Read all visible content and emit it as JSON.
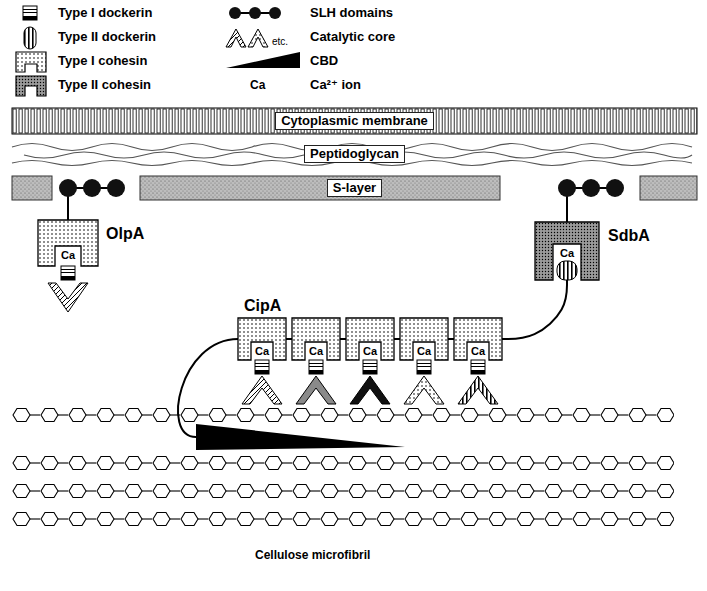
{
  "diagram": {
    "nodes": [
      {
        "text": [
          "Cytoplasmic membrane"
        ]
      },
      {
        "text": [
          "Peptidoglycan"
        ]
      },
      {
        "text": [
          "S-layer"
        ]
      },
      {
        "text": [
          "Ca"
        ]
      },
      {
        "text": [
          "Ca"
        ]
      },
      {
        "text": [
          "Ca"
        ]
      },
      {
        "text": [
          "Ca"
        ]
      },
      {
        "text": [
          "Ca"
        ]
      },
      {
        "text": [
          "Ca"
        ]
      },
      {
        "text": [
          "Ca"
        ]
      }
    ],
    "edges": [
      {
        "from": 2,
        "to": 3,
        "arrow": "none"
      },
      {
        "from": 2,
        "to": 4,
        "arrow": "none"
      },
      {
        "from": 5,
        "to": 6,
        "arrow": "none"
      },
      {
        "from": 6,
        "to": 7,
        "arrow": "none"
      },
      {
        "from": 7,
        "to": 8,
        "arrow": "none"
      },
      {
        "from": 8,
        "to": 9,
        "arrow": "none"
      },
      {
        "from": 9,
        "to": 4,
        "arrow": "none"
      }
    ],
    "labels": [
      "etc.",
      "Ca",
      "OlpA",
      "SdbA",
      "CipA",
      "Cellulose microfibril"
    ],
    "legend": [
      {
        "text": "Type I dockerin"
      },
      {
        "text": "SLH domains"
      },
      {
        "text": "Type II dockerin"
      },
      {
        "text": "Catalytic core"
      },
      {
        "text": "Type I cohesin"
      },
      {
        "text": "CBD"
      },
      {
        "text": "Type II cohesin"
      },
      {
        "text": "Ca²⁺ ion"
      }
    ]
  }
}
